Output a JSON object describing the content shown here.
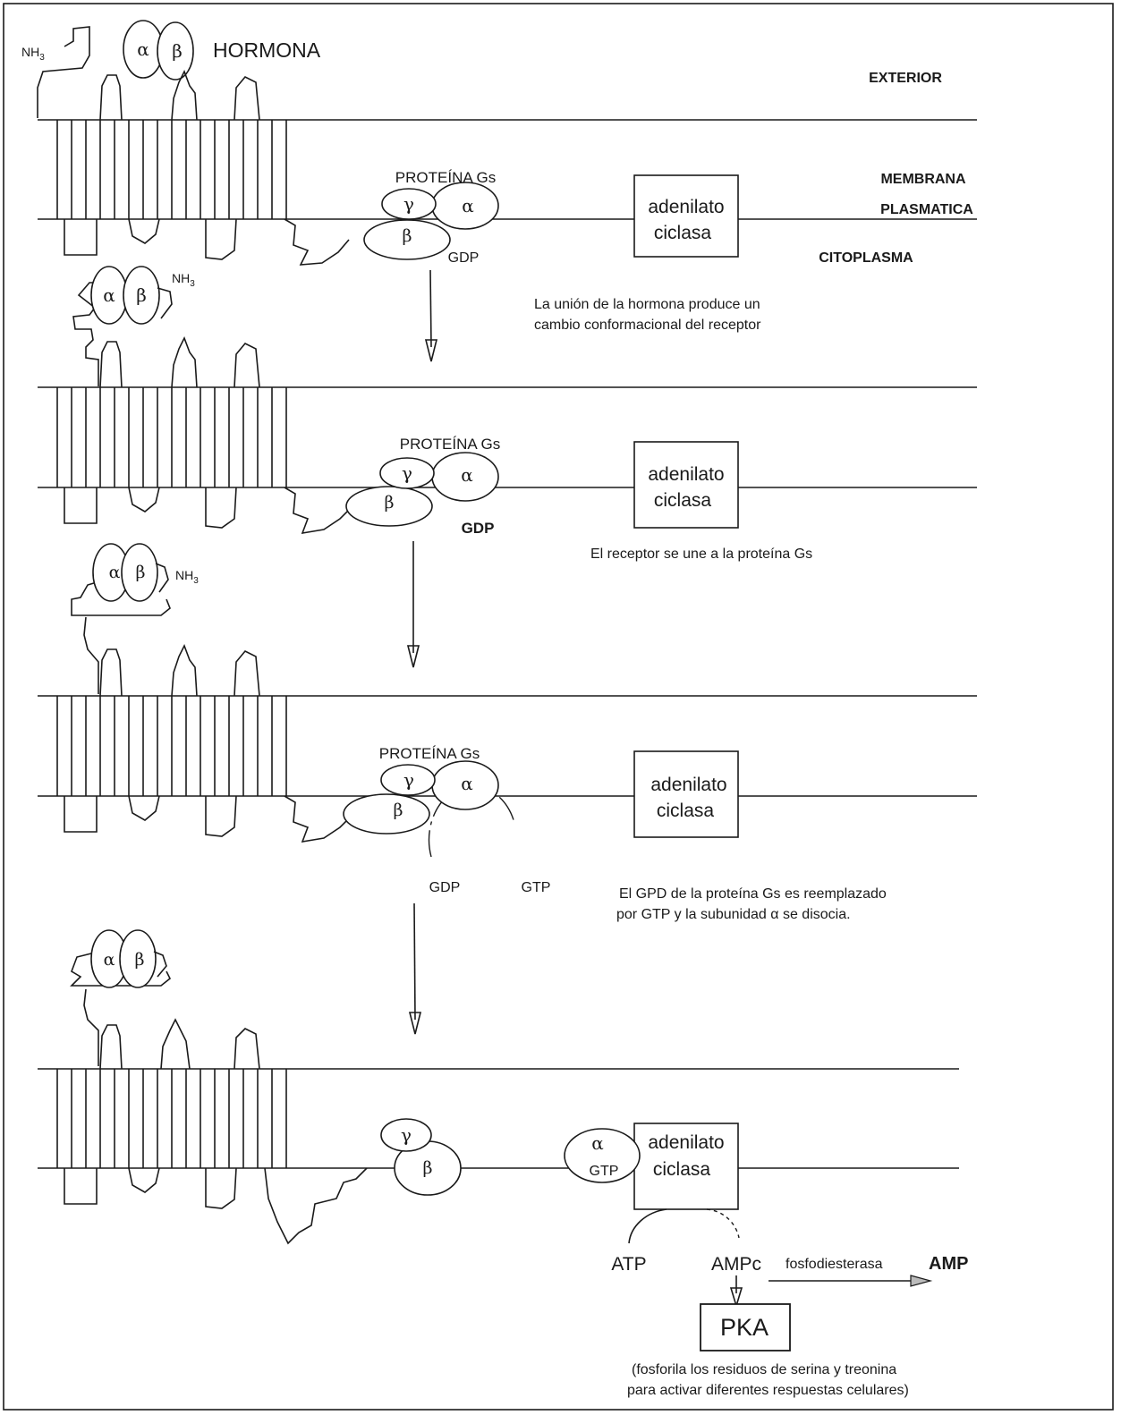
{
  "labels": {
    "hormone": "HORMONA",
    "nh3": "NH",
    "nh3_sub": "3",
    "alpha": "α",
    "beta": "β",
    "gamma": "γ",
    "exterior": "EXTERIOR",
    "membrane_1": "MEMBRANA",
    "membrane_2": "PLASMATICA",
    "cytoplasm": "CITOPLASMA",
    "protein_gs": "PROTEÍNA Gs",
    "gdp": "GDP",
    "gtp": "GTP",
    "adenylate_1": "adenilato",
    "adenylate_2": "ciclasa",
    "atp": "ATP",
    "campc": "AMPc",
    "phosphodiesterase": "fosfodiesterasa",
    "amp": "AMP",
    "pka": "PKA"
  },
  "captions": {
    "step1_line1": "La unión de la hormona produce un",
    "step1_line2": "cambio  conformacional del receptor",
    "step2": "El receptor se une a la proteína Gs",
    "step3_line1": "El GPD de la proteína Gs es reemplazado",
    "step3_line2": "por GTP y la subunidad α se disocia.",
    "pka_line1": "(fosforila  los residuos de  serina y treonina",
    "pka_line2": "para activar diferentes respuestas celulares)"
  }
}
